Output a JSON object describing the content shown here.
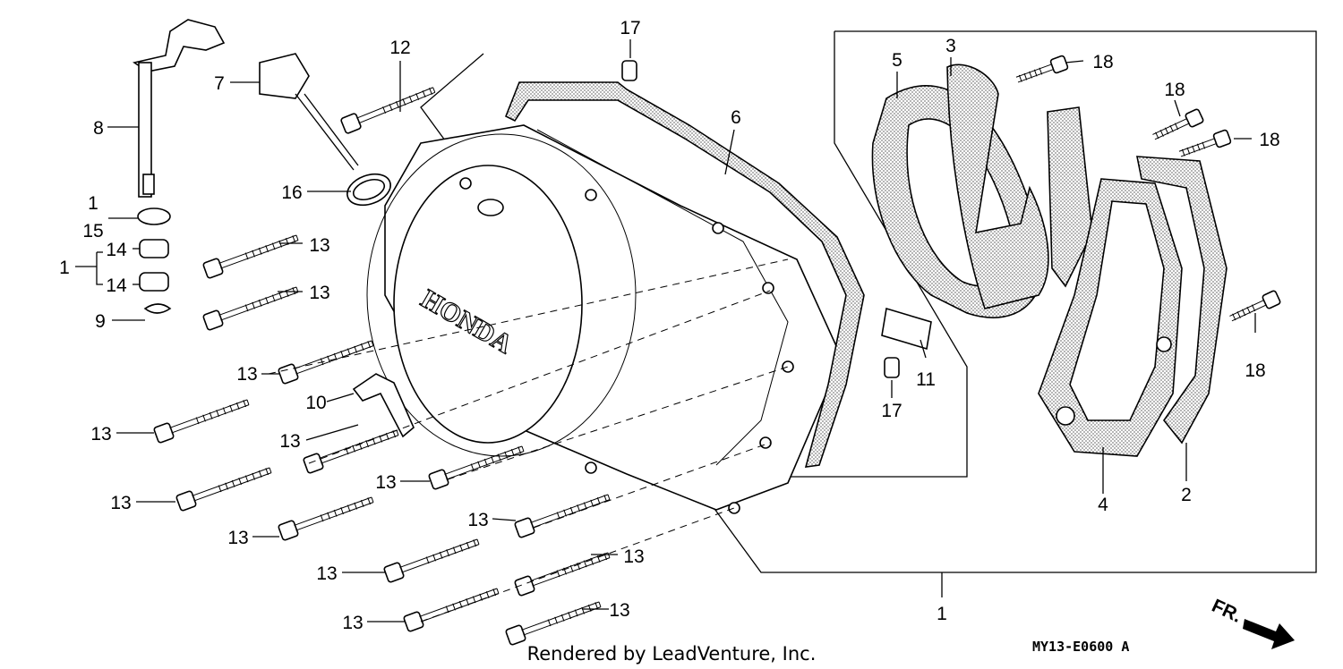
{
  "diagram": {
    "brand_text": "HONDA",
    "front_marker": "FR.",
    "footer_text": "Rendered by LeadVenture, Inc.",
    "diagram_code": "MY13-E0600 A",
    "callouts": [
      {
        "id": "c1a",
        "text": "1"
      },
      {
        "id": "c15",
        "text": "15"
      },
      {
        "id": "c1b",
        "text": "1"
      },
      {
        "id": "c14a",
        "text": "14"
      },
      {
        "id": "c14b",
        "text": "14"
      },
      {
        "id": "c9",
        "text": "9"
      },
      {
        "id": "c8",
        "text": "8"
      },
      {
        "id": "c7",
        "text": "7"
      },
      {
        "id": "c12",
        "text": "12"
      },
      {
        "id": "c16",
        "text": "16"
      },
      {
        "id": "c17a",
        "text": "17"
      },
      {
        "id": "c6",
        "text": "6"
      },
      {
        "id": "c5",
        "text": "5"
      },
      {
        "id": "c3",
        "text": "3"
      },
      {
        "id": "c18a",
        "text": "18"
      },
      {
        "id": "c18b",
        "text": "18"
      },
      {
        "id": "c18c",
        "text": "18"
      },
      {
        "id": "c18d",
        "text": "18"
      },
      {
        "id": "c11",
        "text": "11"
      },
      {
        "id": "c17b",
        "text": "17"
      },
      {
        "id": "c4",
        "text": "4"
      },
      {
        "id": "c2",
        "text": "2"
      },
      {
        "id": "c1c",
        "text": "1"
      },
      {
        "id": "c10",
        "text": "10"
      },
      {
        "id": "c13a",
        "text": "13"
      },
      {
        "id": "c13b",
        "text": "13"
      },
      {
        "id": "c13c",
        "text": "13"
      },
      {
        "id": "c13d",
        "text": "13"
      },
      {
        "id": "c13e",
        "text": "13"
      },
      {
        "id": "c13f",
        "text": "13"
      },
      {
        "id": "c13g",
        "text": "13"
      },
      {
        "id": "c13h",
        "text": "13"
      },
      {
        "id": "c13i",
        "text": "13"
      },
      {
        "id": "c13j",
        "text": "13"
      },
      {
        "id": "c13k",
        "text": "13"
      },
      {
        "id": "c13l",
        "text": "13"
      },
      {
        "id": "c13m",
        "text": "13"
      }
    ]
  }
}
